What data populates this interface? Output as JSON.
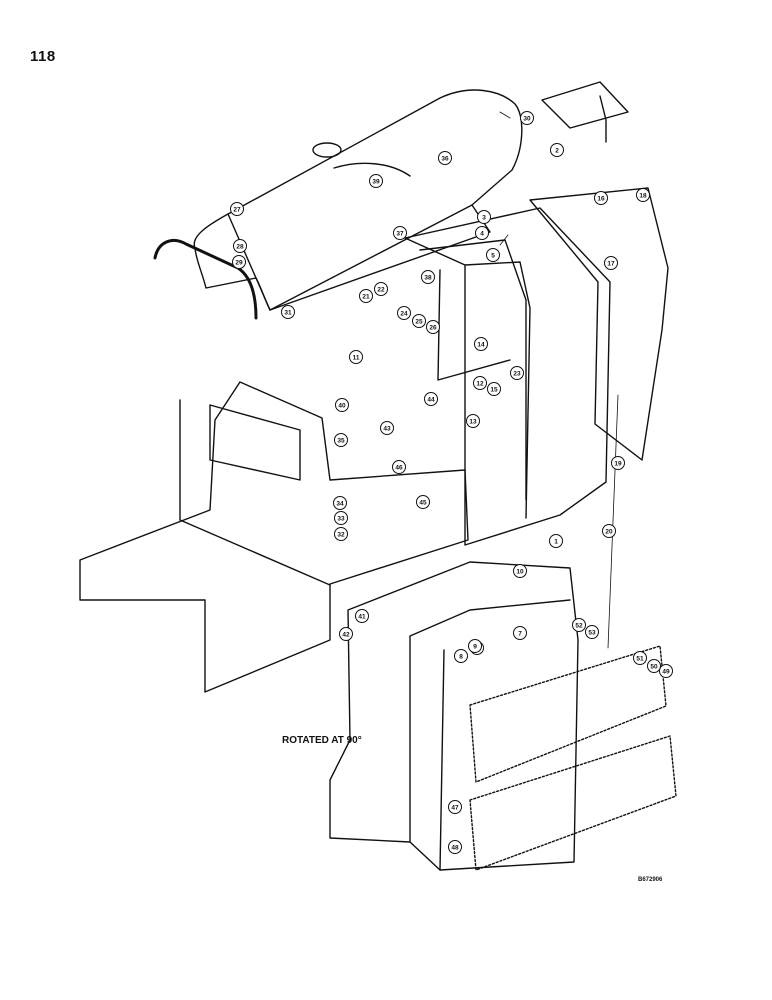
{
  "page": {
    "number": "118",
    "note": "ROTATED AT 90°",
    "drawing_id": "B672906"
  },
  "callouts": [
    "1",
    "2",
    "3",
    "4",
    "5",
    "6",
    "7",
    "8",
    "9",
    "10",
    "11",
    "12",
    "13",
    "14",
    "15",
    "16",
    "17",
    "18",
    "19",
    "20",
    "21",
    "22",
    "23",
    "24",
    "25",
    "26",
    "27",
    "28",
    "29",
    "30",
    "31",
    "32",
    "33",
    "34",
    "35",
    "36",
    "37",
    "38",
    "39",
    "40",
    "41",
    "42",
    "43",
    "44",
    "45",
    "46",
    "47",
    "48",
    "49",
    "50",
    "51",
    "52",
    "53"
  ]
}
